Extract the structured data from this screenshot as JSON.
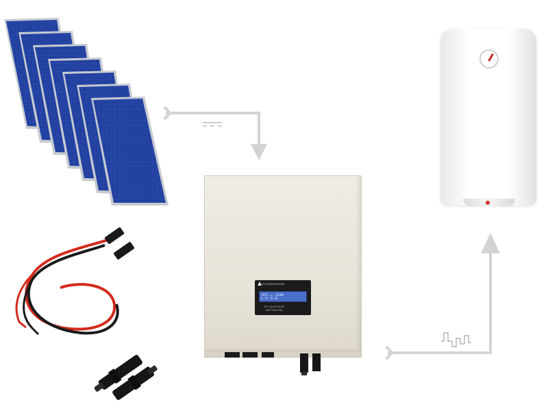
{
  "inverter": {
    "brand": "ECO SOLAR BOOST",
    "lcd_line1_left": "203V",
    "lcd_line1_mid": "▸▸",
    "lcd_line1_right": "1350W",
    "lcd_line2_left": "6.7A",
    "lcd_line2_right": "45.0C",
    "model_line1": "ECO SOLAR BOOST",
    "model_line2": "MPPT-3000 PRO"
  },
  "flow": {
    "dc_symbol": "⎓",
    "ac_symbol": "square-wave-icon"
  },
  "colors": {
    "panel_blue": "#1f3f9e",
    "panel_frame": "#c9cdd6",
    "arrow_gray": "#d3d3d3",
    "cable_red": "#d42a1c",
    "cable_black": "#1a1a1a",
    "inverter_body": "#ebe7dd",
    "lcd_blue": "#4a6fc8"
  }
}
